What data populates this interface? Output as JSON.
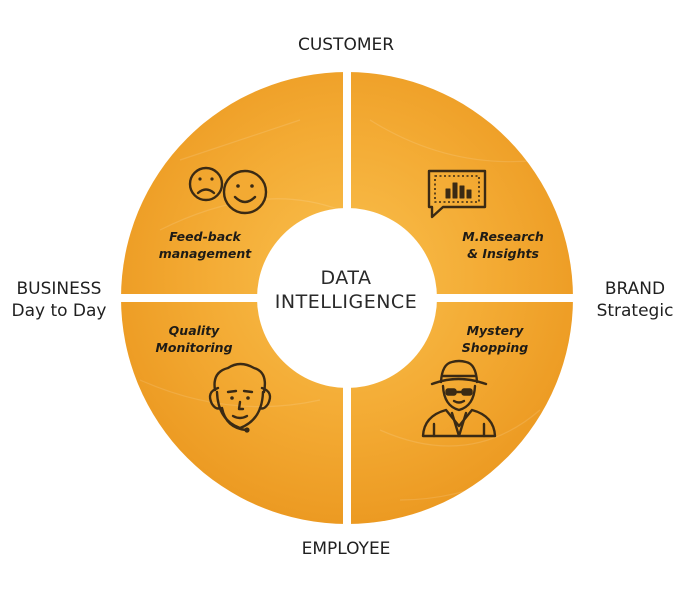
{
  "center": {
    "line1": "DATA",
    "line2": "INTELLIGENCE"
  },
  "axes": {
    "top": "CUSTOMER",
    "bottom": "EMPLOYEE",
    "left": {
      "line1": "BUSINESS",
      "line2": "Day to Day"
    },
    "right": {
      "line1": "BRAND",
      "line2": "Strategic"
    }
  },
  "quadrants": {
    "top_left": {
      "line1": "Feed-back",
      "line2": "management",
      "icon": "faces-icon"
    },
    "top_right": {
      "line1": "M.Research",
      "line2": "& Insights",
      "icon": "bar-chart-icon"
    },
    "bottom_left": {
      "line1": "Quality",
      "line2": "Monitoring",
      "icon": "headset-agent-icon"
    },
    "bottom_right": {
      "line1": "Mystery",
      "line2": "Shopping",
      "icon": "spy-icon"
    }
  },
  "colors": {
    "ring_light": "#f7b43f",
    "ring_dark": "#ee9a22",
    "icon_stroke": "#3a2a14",
    "text": "#1f1f1f"
  }
}
